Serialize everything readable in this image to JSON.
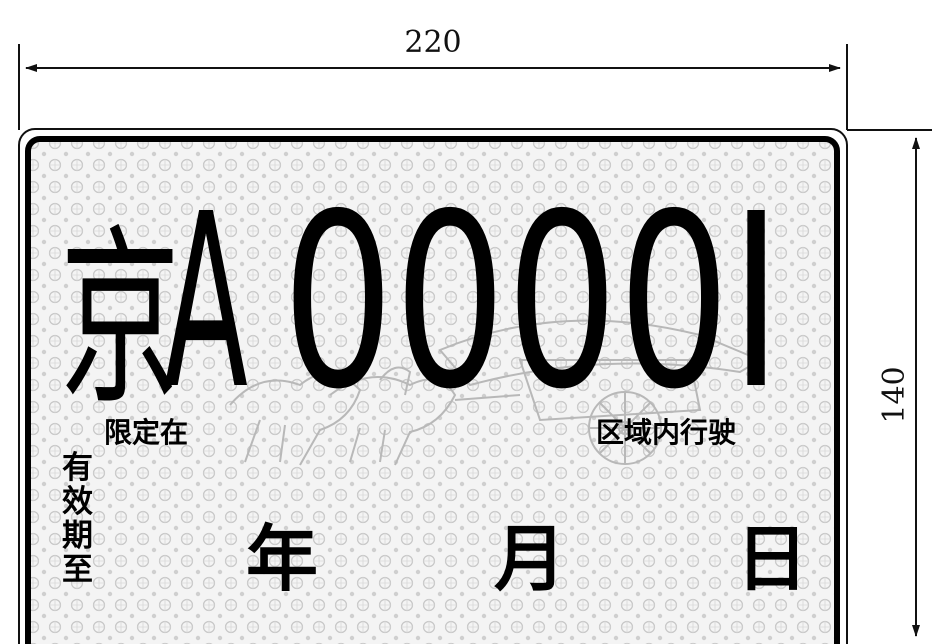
{
  "dimensions": {
    "width_label": "220",
    "height_label": "140"
  },
  "plate": {
    "region_char": "京",
    "letter": "A",
    "number": "0000I",
    "restricted_prefix": "限定在",
    "restricted_suffix": "区域内行驶",
    "validity_label": [
      "有",
      "效",
      "期",
      "至"
    ],
    "year_label": "年",
    "month_label": "月",
    "day_label": "日"
  }
}
